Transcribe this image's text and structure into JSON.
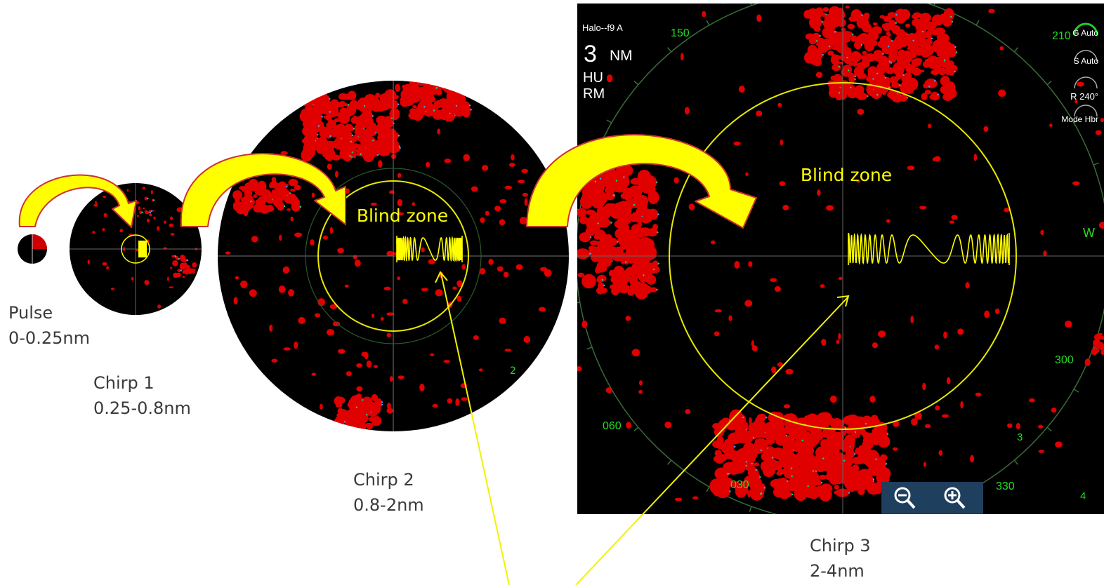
{
  "captions": {
    "pulse": {
      "name": "Pulse",
      "range": "0-0.25nm"
    },
    "chirp1": {
      "name": "Chirp 1",
      "range": "0.25-0.8nm"
    },
    "chirp2": {
      "name": "Chirp 2",
      "range": "0.8-2nm"
    },
    "chirp3": {
      "name": "Chirp 3",
      "range": "2-4nm"
    }
  },
  "blind_zone_label": "Blind zone",
  "radar_hud": {
    "device": "Halo--f9 A",
    "range_value": "3",
    "range_unit": "NM",
    "heading_mode": "HU",
    "motion_mode": "RM",
    "controls": [
      "G Auto",
      "S Auto",
      "R 240°",
      "Mode Hbr"
    ]
  },
  "bearing_labels": [
    "150",
    "210",
    "W",
    "300",
    "060",
    "030",
    "330"
  ],
  "range_ring_labels": [
    "2",
    "3",
    "4"
  ],
  "zoom": {
    "out_icon": "zoom-out-icon",
    "in_icon": "zoom-in-icon"
  },
  "colors": {
    "radar_bg": "#000000",
    "echo": "#e00000",
    "highlight": "#ffff00",
    "arrow_fill": "#ffff00",
    "arrow_stroke": "#c83232",
    "label_green": "#22dd22",
    "ring": "#d8d800"
  }
}
